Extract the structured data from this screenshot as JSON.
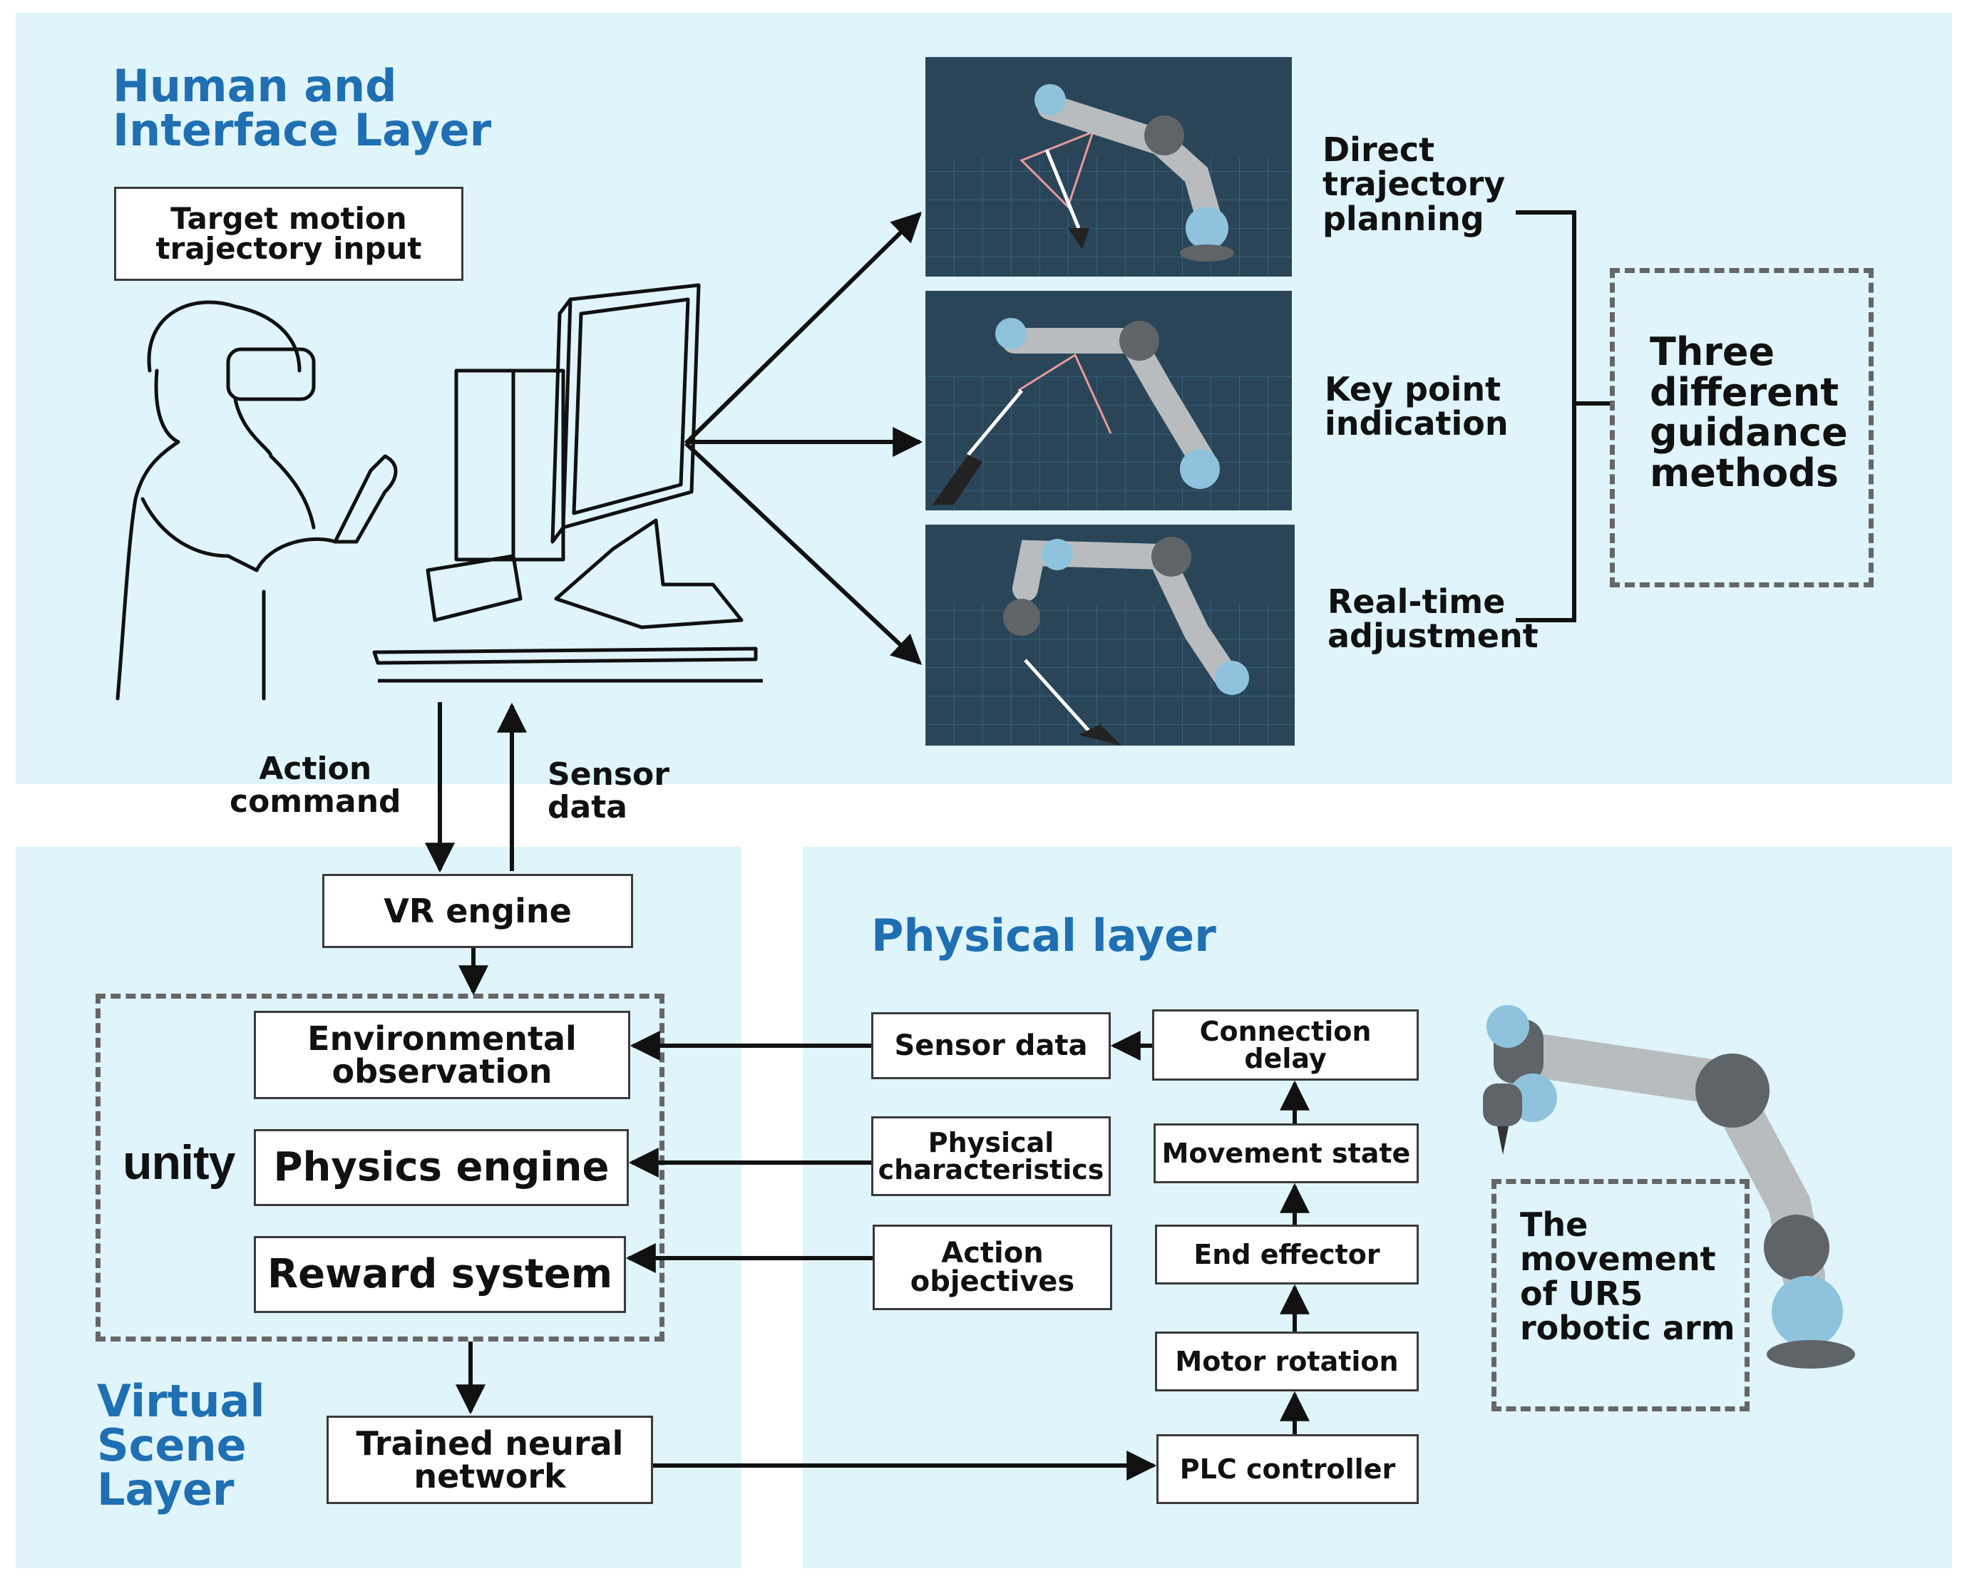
{
  "layers": {
    "human_interface": "Human and\nInterface Layer",
    "virtual_scene": "Virtual\nScene\nLayer",
    "physical": "Physical layer"
  },
  "human": {
    "target_input": "Target motion\ntrajectory input",
    "action_command": "Action\ncommand",
    "sensor_data": "Sensor\ndata"
  },
  "guidance": {
    "direct": "Direct\ntrajectory\nplanning",
    "key_point": "Key point\nindication",
    "real_time": "Real-time\nadjustment",
    "three_methods": "Three\ndifferent\nguidance\nmethods"
  },
  "virtual": {
    "vr_engine": "VR engine",
    "env_obs": "Environmental\nobservation",
    "unity": "unity",
    "physics_engine": "Physics engine",
    "reward_system": "Reward system",
    "trained_nn": "Trained neural\nnetwork"
  },
  "physical": {
    "sensor_data": "Sensor data",
    "physical_char": "Physical\ncharacteristics",
    "action_obj": "Action\nobjectives",
    "connection_delay": "Connection delay",
    "movement_state": "Movement state",
    "end_effector": "End effector",
    "motor_rotation": "Motor rotation",
    "plc_controller": "PLC controller",
    "ur5_caption": "The\nmovement\nof UR5\nrobotic arm"
  },
  "colors": {
    "panel": "#dff4fb",
    "title": "#1f6fb2",
    "screen": "#2e4a5d",
    "robot_gray": "#5f6468",
    "robot_blue": "#8fc3dd"
  }
}
